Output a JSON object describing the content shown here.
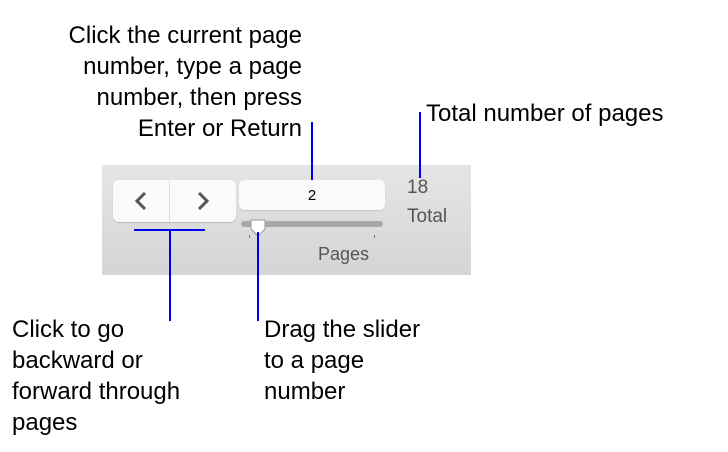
{
  "annotations": {
    "page_number_hint": [
      "Click the current page",
      "number, type a page",
      "number, then press",
      "Enter or Return"
    ],
    "total_hint": "Total number of pages",
    "nav_hint": [
      "Click to go",
      "backward or",
      "forward through",
      "pages"
    ],
    "slider_hint": [
      "Drag the slider",
      "to a page",
      "number"
    ]
  },
  "toolbar": {
    "prev_icon": "chevron-left-icon",
    "next_icon": "chevron-right-icon",
    "current_page": "2",
    "slider_value": 2,
    "slider_max": 18,
    "pages_label": "Pages",
    "total_count": "18",
    "total_label": "Total"
  },
  "colors": {
    "callout_line": "#0000ee",
    "panel": "#dedede"
  }
}
